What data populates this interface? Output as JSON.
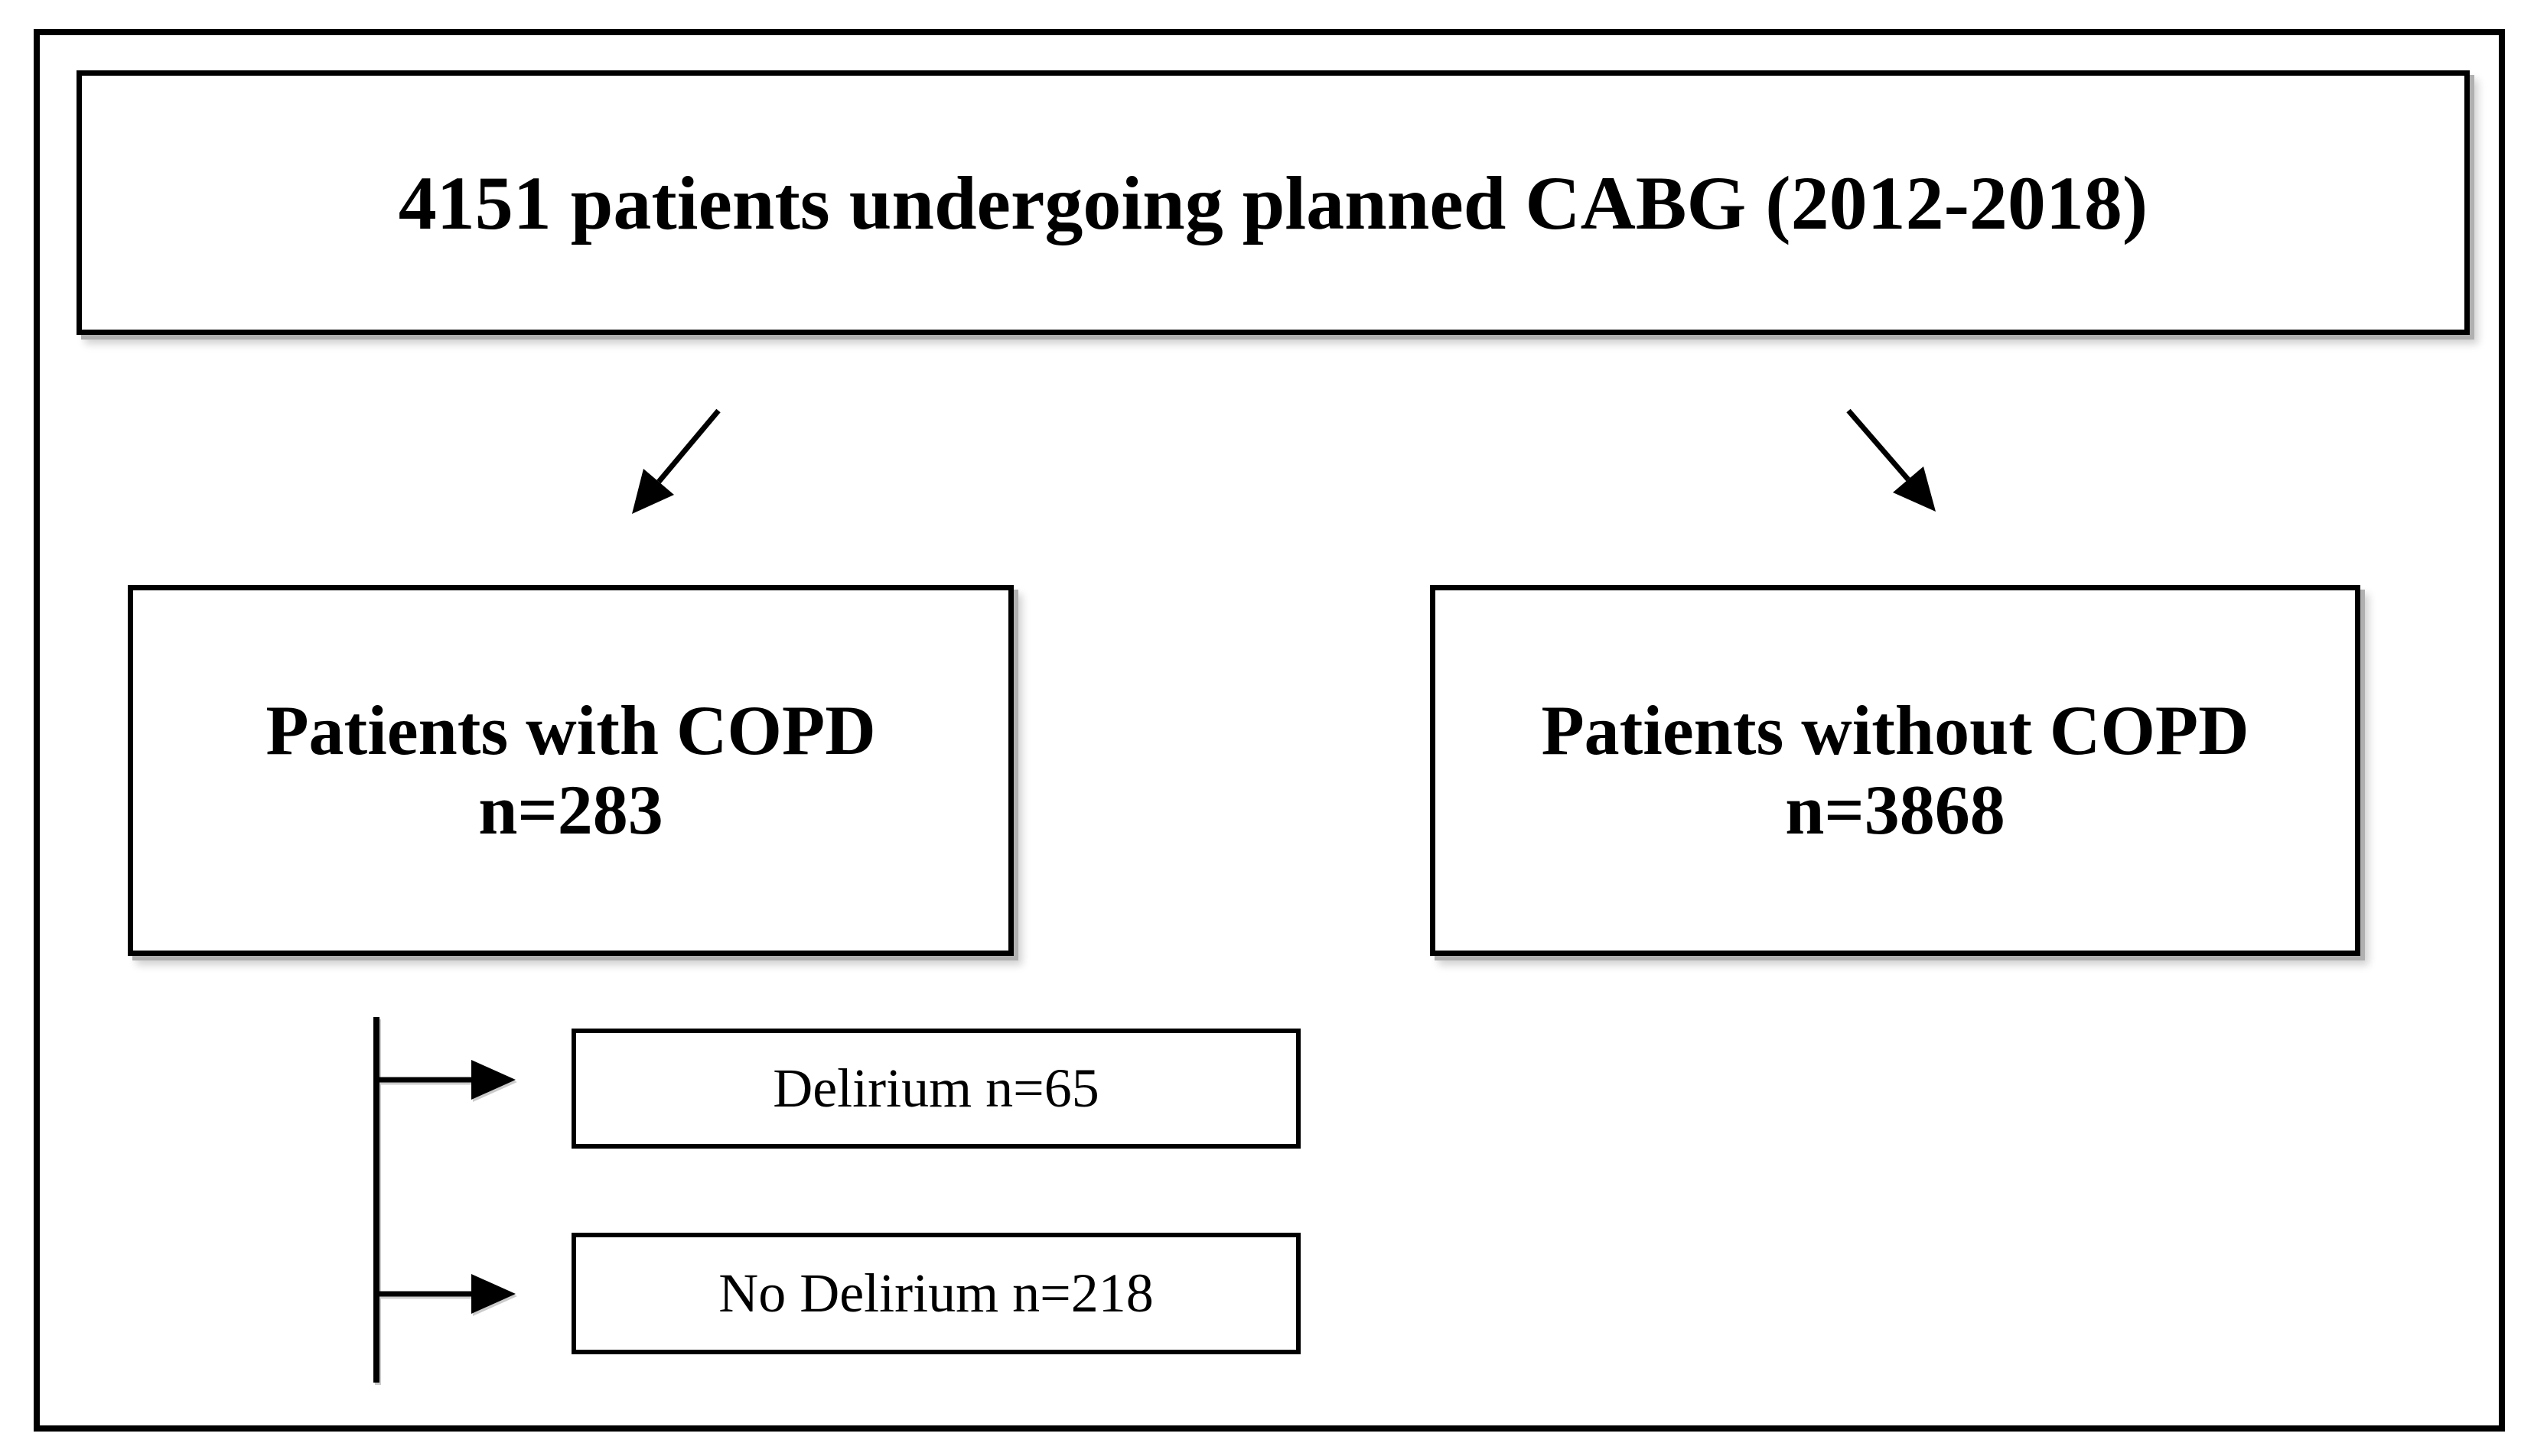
{
  "diagram": {
    "title_box": {
      "text": "4151 patients undergoing planned CABG (2012-2018)"
    },
    "copd_box": {
      "line1": "Patients with COPD",
      "line2": "n=283"
    },
    "no_copd_box": {
      "line1": "Patients without COPD",
      "line2": "n=3868"
    },
    "delirium_box": {
      "text": "Delirium n=65"
    },
    "no_delirium_box": {
      "text": "No Delirium n=218"
    },
    "colors": {
      "border": "#000000",
      "background": "#ffffff",
      "shadow": "#b0b0b0",
      "text": "#000000"
    }
  }
}
